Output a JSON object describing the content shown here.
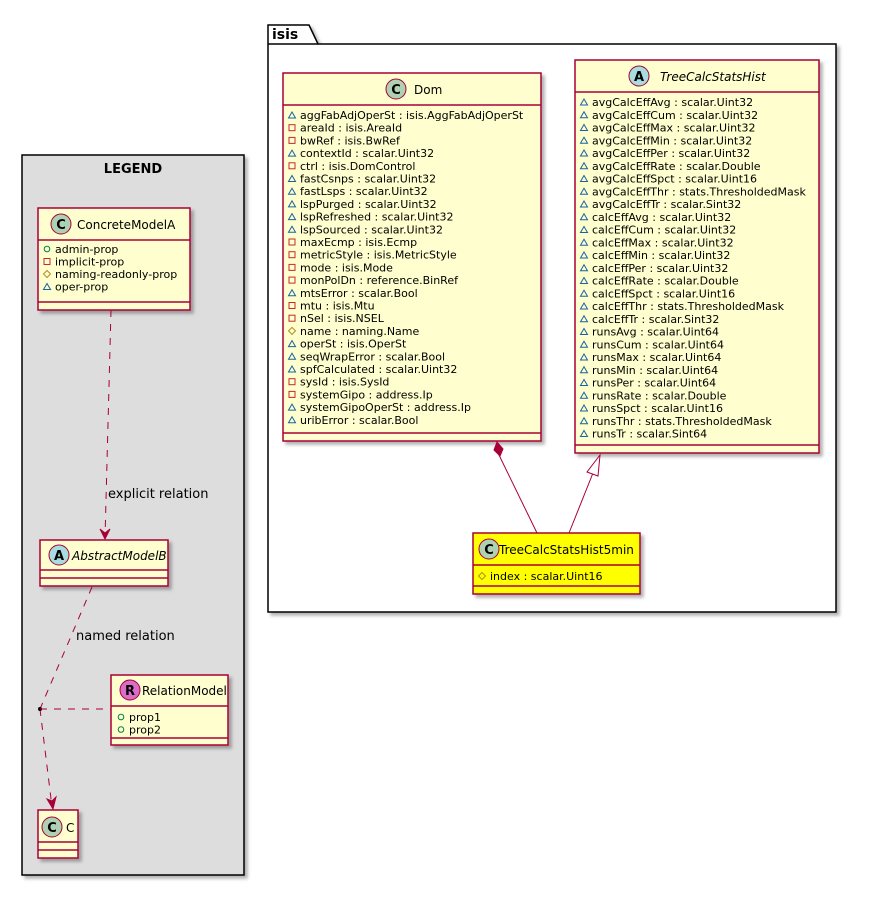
{
  "package": {
    "name": "isis"
  },
  "legend": {
    "title": "LEGEND",
    "concrete": {
      "name": "ConcreteModelA",
      "attrs": [
        {
          "vis": "public",
          "text": "admin-prop"
        },
        {
          "vis": "private",
          "text": "implicit-prop"
        },
        {
          "vis": "protected",
          "text": "naming-readonly-prop"
        },
        {
          "vis": "package",
          "text": "oper-prop"
        }
      ]
    },
    "abstract": {
      "name": "AbstractModelB"
    },
    "relation": {
      "name": "RelationModel",
      "attrs": [
        {
          "vis": "public",
          "text": "prop1"
        },
        {
          "vis": "public",
          "text": "prop2"
        }
      ]
    },
    "c": {
      "name": "C"
    },
    "explicit_label": "explicit relation",
    "named_label": "named relation"
  },
  "dom": {
    "name": "Dom",
    "attrs": [
      {
        "vis": "package",
        "text": "aggFabAdjOperSt : isis.AggFabAdjOperSt"
      },
      {
        "vis": "private",
        "text": "areaId : isis.AreaId"
      },
      {
        "vis": "private",
        "text": "bwRef : isis.BwRef"
      },
      {
        "vis": "package",
        "text": "contextId : scalar.Uint32"
      },
      {
        "vis": "private",
        "text": "ctrl : isis.DomControl"
      },
      {
        "vis": "package",
        "text": "fastCsnps : scalar.Uint32"
      },
      {
        "vis": "package",
        "text": "fastLsps : scalar.Uint32"
      },
      {
        "vis": "package",
        "text": "lspPurged : scalar.Uint32"
      },
      {
        "vis": "package",
        "text": "lspRefreshed : scalar.Uint32"
      },
      {
        "vis": "package",
        "text": "lspSourced : scalar.Uint32"
      },
      {
        "vis": "private",
        "text": "maxEcmp : isis.Ecmp"
      },
      {
        "vis": "private",
        "text": "metricStyle : isis.MetricStyle"
      },
      {
        "vis": "private",
        "text": "mode : isis.Mode"
      },
      {
        "vis": "private",
        "text": "monPolDn : reference.BinRef"
      },
      {
        "vis": "package",
        "text": "mtsError : scalar.Bool"
      },
      {
        "vis": "private",
        "text": "mtu : isis.Mtu"
      },
      {
        "vis": "private",
        "text": "nSel : isis.NSEL"
      },
      {
        "vis": "protected",
        "text": "name : naming.Name"
      },
      {
        "vis": "package",
        "text": "operSt : isis.OperSt"
      },
      {
        "vis": "package",
        "text": "seqWrapError : scalar.Bool"
      },
      {
        "vis": "package",
        "text": "spfCalculated : scalar.Uint32"
      },
      {
        "vis": "private",
        "text": "sysId : isis.SysId"
      },
      {
        "vis": "private",
        "text": "systemGipo : address.Ip"
      },
      {
        "vis": "package",
        "text": "systemGipoOperSt : address.Ip"
      },
      {
        "vis": "package",
        "text": "uribError : scalar.Bool"
      }
    ]
  },
  "hist": {
    "name": "TreeCalcStatsHist",
    "attrs": [
      {
        "vis": "package",
        "text": "avgCalcEffAvg : scalar.Uint32"
      },
      {
        "vis": "package",
        "text": "avgCalcEffCum : scalar.Uint32"
      },
      {
        "vis": "package",
        "text": "avgCalcEffMax : scalar.Uint32"
      },
      {
        "vis": "package",
        "text": "avgCalcEffMin : scalar.Uint32"
      },
      {
        "vis": "package",
        "text": "avgCalcEffPer : scalar.Uint32"
      },
      {
        "vis": "package",
        "text": "avgCalcEffRate : scalar.Double"
      },
      {
        "vis": "package",
        "text": "avgCalcEffSpct : scalar.Uint16"
      },
      {
        "vis": "package",
        "text": "avgCalcEffThr : stats.ThresholdedMask"
      },
      {
        "vis": "package",
        "text": "avgCalcEffTr : scalar.Sint32"
      },
      {
        "vis": "package",
        "text": "calcEffAvg : scalar.Uint32"
      },
      {
        "vis": "package",
        "text": "calcEffCum : scalar.Uint32"
      },
      {
        "vis": "package",
        "text": "calcEffMax : scalar.Uint32"
      },
      {
        "vis": "package",
        "text": "calcEffMin : scalar.Uint32"
      },
      {
        "vis": "package",
        "text": "calcEffPer : scalar.Uint32"
      },
      {
        "vis": "package",
        "text": "calcEffRate : scalar.Double"
      },
      {
        "vis": "package",
        "text": "calcEffSpct : scalar.Uint16"
      },
      {
        "vis": "package",
        "text": "calcEffThr : stats.ThresholdedMask"
      },
      {
        "vis": "package",
        "text": "calcEffTr : scalar.Sint32"
      },
      {
        "vis": "package",
        "text": "runsAvg : scalar.Uint64"
      },
      {
        "vis": "package",
        "text": "runsCum : scalar.Uint64"
      },
      {
        "vis": "package",
        "text": "runsMax : scalar.Uint64"
      },
      {
        "vis": "package",
        "text": "runsMin : scalar.Uint64"
      },
      {
        "vis": "package",
        "text": "runsPer : scalar.Uint64"
      },
      {
        "vis": "package",
        "text": "runsRate : scalar.Double"
      },
      {
        "vis": "package",
        "text": "runsSpct : scalar.Uint16"
      },
      {
        "vis": "package",
        "text": "runsThr : stats.ThresholdedMask"
      },
      {
        "vis": "package",
        "text": "runsTr : scalar.Sint64"
      }
    ]
  },
  "hist5": {
    "name": "TreeCalcStatsHist5min",
    "attrs": [
      {
        "vis": "protected",
        "text": "index : scalar.Uint16"
      }
    ]
  },
  "colors": {
    "class_fill": "#FEFECE",
    "border": "#A80036",
    "highlight": "#FFFF00",
    "legend_bg": "#DDDDDD",
    "circle_c": "#ADD1B2",
    "circle_a": "#A9DCDF",
    "circle_r": "#D86EC8"
  }
}
